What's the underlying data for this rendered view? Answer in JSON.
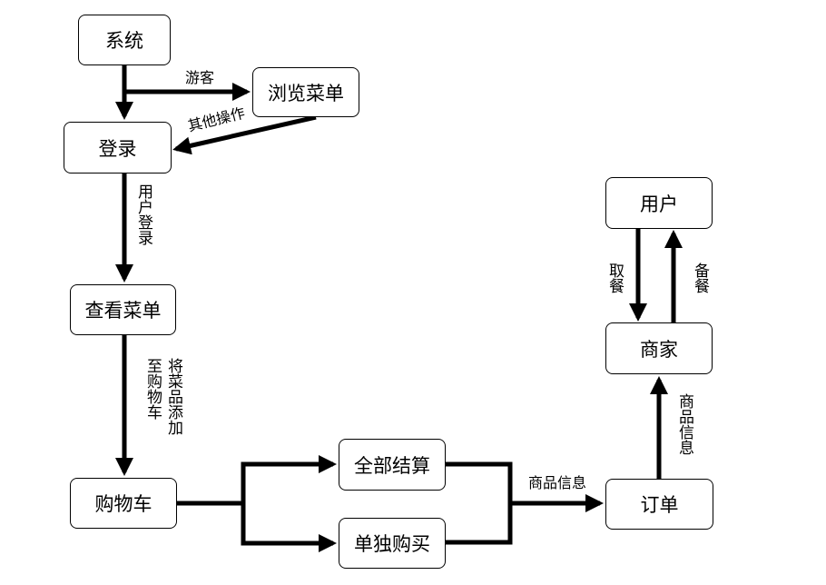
{
  "nodes": {
    "system": "系统",
    "browse_menu": "浏览菜单",
    "login": "登录",
    "view_menu": "查看菜单",
    "cart": "购物车",
    "checkout_all": "全部结算",
    "buy_single": "单独购买",
    "order": "订单",
    "merchant": "商家",
    "user": "用户"
  },
  "edge_labels": {
    "guest": "游客",
    "other_ops": "其他操作",
    "user_login": "用户登录",
    "add_to_cart_col1": "将菜品添加",
    "add_to_cart_col2": "至购物车",
    "product_info_h": "商品信息",
    "product_info_v": "商品信息",
    "pickup": "取餐",
    "prepare": "备餐"
  }
}
